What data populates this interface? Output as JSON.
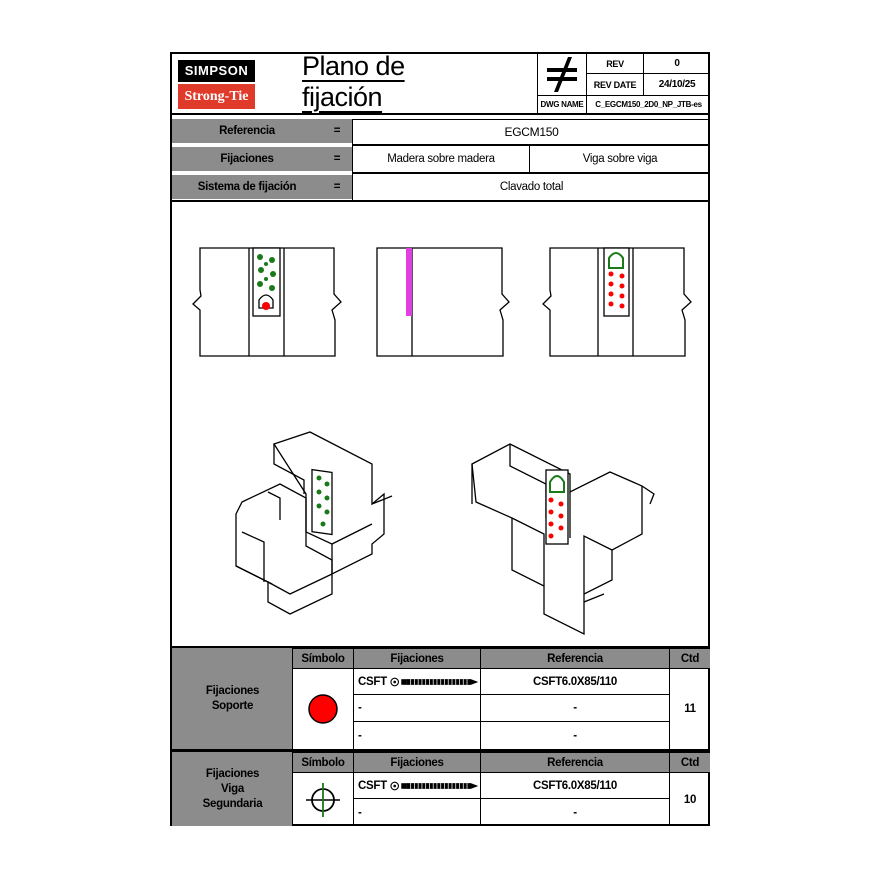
{
  "logo": {
    "line1": "SIMPSON",
    "line2": "Strong-Tie"
  },
  "header": {
    "title": "Plano de fijación",
    "rev_label": "REV",
    "rev_value": "0",
    "rev_date_label": "REV DATE",
    "rev_date_value": "24/10/25",
    "dwg_name_label": "DWG NAME",
    "dwg_name_value": "C_EGCM150_2D0_NP_JTB-es",
    "symbol_icon": "not-equal-icon"
  },
  "info": {
    "referencia_label": "Referencia",
    "referencia_value": "EGCM150",
    "fijaciones_label": "Fijaciones",
    "fijaciones_value1": "Madera sobre madera",
    "fijaciones_value2": "Viga sobre viga",
    "sistema_label": "Sistema de fijación",
    "sistema_value": "Clavado total",
    "equals": "="
  },
  "colors": {
    "header_grey": "#8c8c8c",
    "red": "#ff0000",
    "green": "#1a7a1a",
    "magenta": "#e040e0",
    "logo_red": "#e03a2a"
  },
  "table_soporte": {
    "group_label": "Fijaciones\nSoporte",
    "col_simbolo": "Símbolo",
    "col_fijaciones": "Fijaciones",
    "col_referencia": "Referencia",
    "col_ctd": "Ctd",
    "symbol": "red-dot-icon",
    "rows": [
      {
        "fijacion": "CSFT",
        "referencia": "CSFT6.0X85/110"
      },
      {
        "fijacion": "-",
        "referencia": "-"
      },
      {
        "fijacion": "-",
        "referencia": "-"
      }
    ],
    "ctd": "11"
  },
  "table_viga": {
    "group_label": "Fijaciones\nViga\nSegundaria",
    "col_simbolo": "Símbolo",
    "col_fijaciones": "Fijaciones",
    "col_referencia": "Referencia",
    "col_ctd": "Ctd",
    "symbol": "green-crosshair-icon",
    "rows": [
      {
        "fijacion": "CSFT",
        "referencia": "CSFT6.0X85/110"
      },
      {
        "fijacion": "-",
        "referencia": "-"
      }
    ],
    "ctd": "10"
  }
}
